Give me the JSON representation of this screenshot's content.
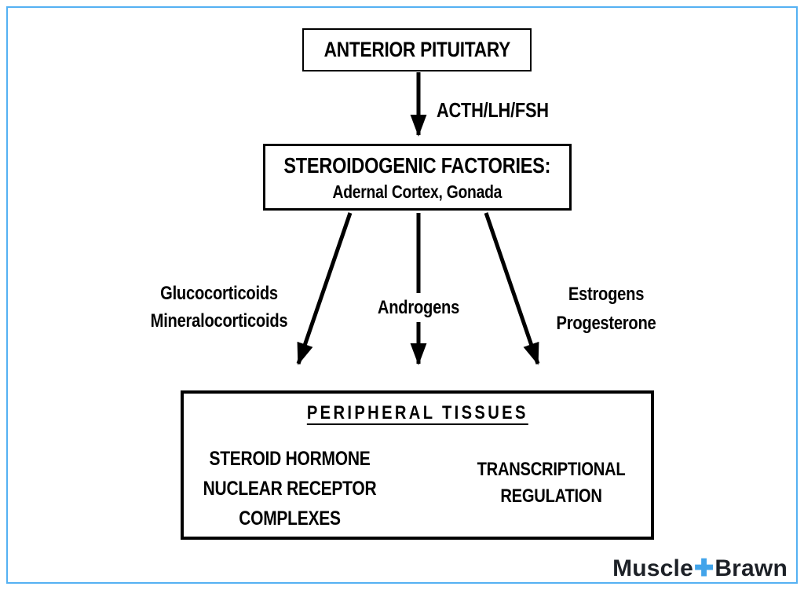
{
  "colors": {
    "frame_border": "#55b1f3",
    "ink": "#000000",
    "background": "#ffffff",
    "logo_text": "#1d2127",
    "logo_plus": "#42a4ea"
  },
  "diagram": {
    "top_box": {
      "label": "ANTERIOR PITUITARY"
    },
    "acth_label": "ACTH/LH/FSH",
    "factories_box": {
      "title": "STEROIDOGENIC FACTORIES:",
      "subtitle": "Adernal Cortex, Gonada"
    },
    "branches": {
      "left": {
        "lines": [
          "Glucocorticoids",
          "Mineralocorticoids"
        ]
      },
      "middle": {
        "lines": [
          "Androgens"
        ]
      },
      "right": {
        "lines": [
          "Estrogens",
          "Progesterone"
        ]
      }
    },
    "peripheral_box": {
      "title": "PERIPHERAL TISSUES",
      "left_lines": [
        "STEROID HORMONE",
        "NUCLEAR RECEPTOR",
        "COMPLEXES"
      ],
      "right_lines": [
        "TRANSCRIPTIONAL",
        "REGULATION"
      ]
    }
  },
  "logo": {
    "muscle": "Muscle",
    "plus": "✚",
    "brawn": "Brawn"
  }
}
